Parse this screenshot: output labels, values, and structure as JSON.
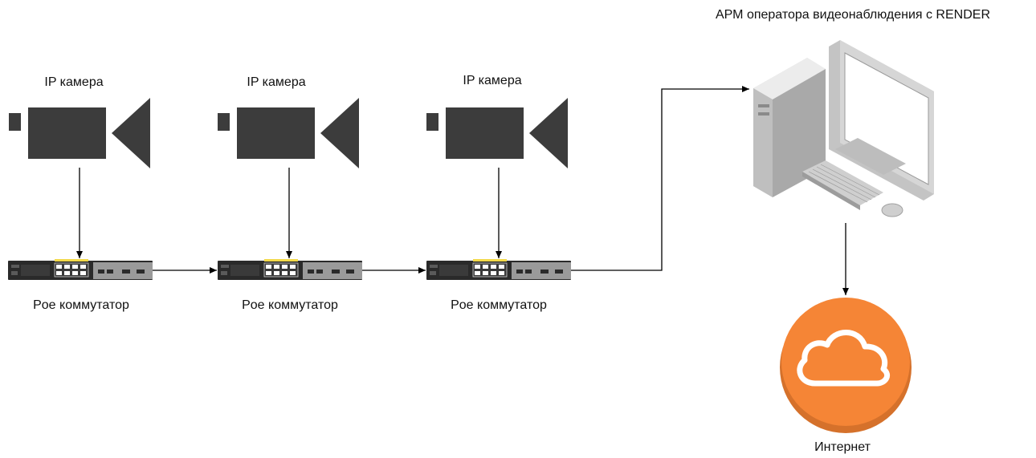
{
  "cameras": [
    {
      "label": "IP камера"
    },
    {
      "label": "IP камера"
    },
    {
      "label": "IP камера"
    }
  ],
  "switches": [
    {
      "label": "Poe коммутатор"
    },
    {
      "label": "Poe коммутатор"
    },
    {
      "label": "Poe коммутатор"
    }
  ],
  "workstation": {
    "label": "АРМ оператора видеонаблюдения с RENDER"
  },
  "internet": {
    "label": "Интернет",
    "accent": "#f58536"
  },
  "colors": {
    "camera": "#3c3c3c",
    "switch_body": "#2b2b2b",
    "switch_port_strip": "#f2d94a",
    "cloud": "#f58536"
  }
}
